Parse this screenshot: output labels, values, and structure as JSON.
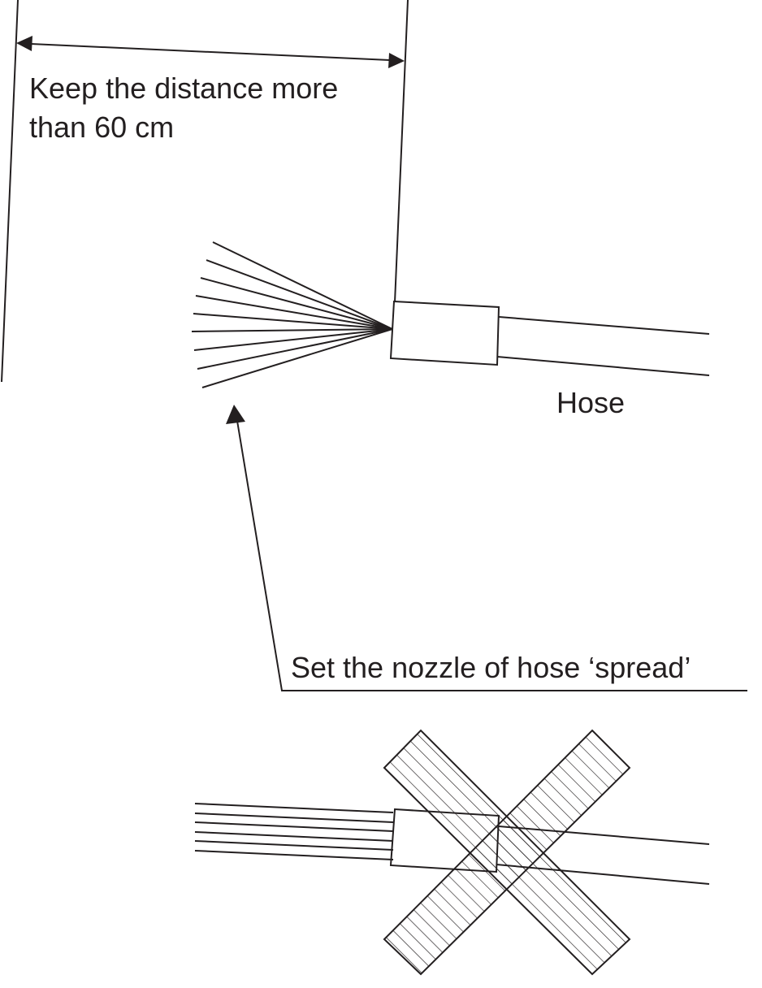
{
  "labels": {
    "distance_line1": "Keep the distance more",
    "distance_line2": "than 60 cm",
    "hose": "Hose",
    "nozzle_setting": "Set the nozzle of hose ‘spread’"
  },
  "colors": {
    "line": "#231f20",
    "background": "#ffffff"
  },
  "icons": {
    "wrong_method_mark": "cross-mark-icon",
    "spray_spread": "spread-spray-icon",
    "spray_jet": "straight-jet-icon"
  }
}
